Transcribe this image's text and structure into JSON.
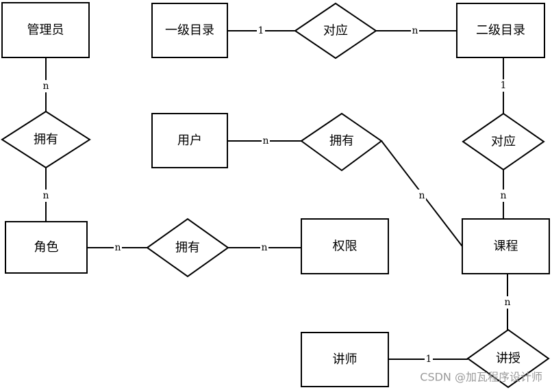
{
  "diagram": {
    "entities": {
      "admin": "管理员",
      "level1": "一级目录",
      "level2": "二级目录",
      "user": "用户",
      "role": "角色",
      "permission": "权限",
      "course": "课程",
      "teacher": "讲师"
    },
    "relationships": {
      "corr_top": "对应",
      "own_admin_role": "拥有",
      "own_user_course": "拥有",
      "corr_right": "对应",
      "own_role_perm": "拥有",
      "teach": "讲授"
    },
    "cardinalities": {
      "l1_corr": "1",
      "corr_l2": "n",
      "admin_own": "n",
      "own_role": "n",
      "user_own": "n",
      "own_course": "n",
      "l2_corr": "1",
      "corr_course": "n",
      "role_own": "n",
      "own_perm": "n",
      "course_teach": "n",
      "teacher_teach": "1"
    }
  },
  "watermark": "CSDN @加瓦程序设计师"
}
